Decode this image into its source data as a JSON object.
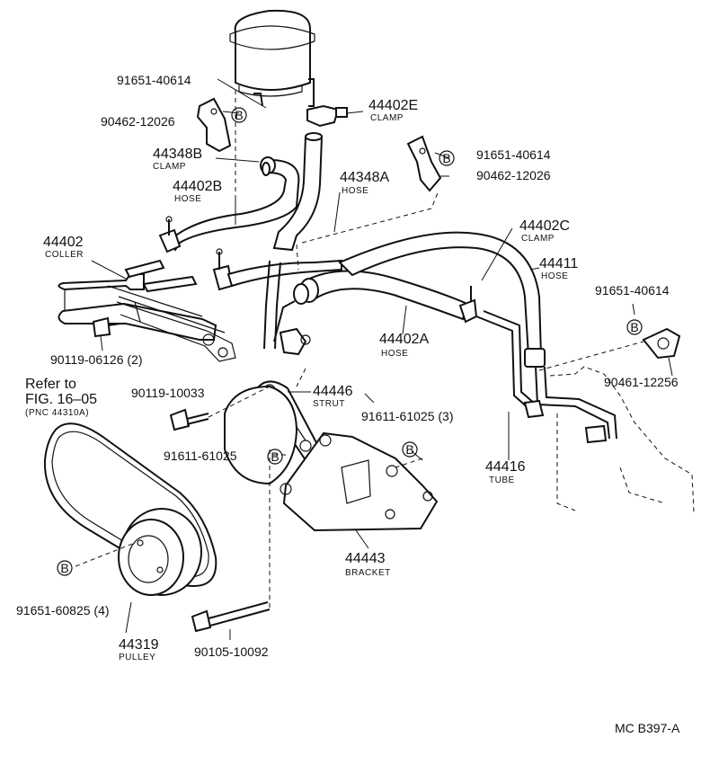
{
  "parts": [
    {
      "id": "p_91651_40614_top",
      "number": "91651-40614",
      "desc": ""
    },
    {
      "id": "p_90462_12026_top",
      "number": "90462-12026",
      "desc": ""
    },
    {
      "id": "p_44402E",
      "number": "44402E",
      "desc": "CLAMP"
    },
    {
      "id": "p_44348B",
      "number": "44348B",
      "desc": "CLAMP"
    },
    {
      "id": "p_44402B",
      "number": "44402B",
      "desc": "HOSE"
    },
    {
      "id": "p_44348A",
      "number": "44348A",
      "desc": "HOSE"
    },
    {
      "id": "p_91651_40614_right",
      "number": "91651-40614",
      "desc": ""
    },
    {
      "id": "p_90462_12026_right",
      "number": "90462-12026",
      "desc": ""
    },
    {
      "id": "p_44402",
      "number": "44402",
      "desc": "COLLER"
    },
    {
      "id": "p_44402C",
      "number": "44402C",
      "desc": "CLAMP"
    },
    {
      "id": "p_44411",
      "number": "44411",
      "desc": "HOSE"
    },
    {
      "id": "p_91651_40614_far",
      "number": "91651-40614",
      "desc": ""
    },
    {
      "id": "p_90119_06126",
      "number": "90119-06126 (2)",
      "desc": ""
    },
    {
      "id": "p_44402A",
      "number": "44402A",
      "desc": "HOSE"
    },
    {
      "id": "p_90461_12256",
      "number": "90461-12256",
      "desc": ""
    },
    {
      "id": "p_90119_10033",
      "number": "90119-10033",
      "desc": ""
    },
    {
      "id": "p_44446",
      "number": "44446",
      "desc": "STRUT"
    },
    {
      "id": "p_91611_61025_3",
      "number": "91611-61025 (3)",
      "desc": ""
    },
    {
      "id": "p_91611_61025",
      "number": "91611-61025",
      "desc": ""
    },
    {
      "id": "p_44416",
      "number": "44416",
      "desc": "TUBE"
    },
    {
      "id": "p_44443",
      "number": "44443",
      "desc": "BRACKET"
    },
    {
      "id": "p_91651_60825",
      "number": "91651-60825 (4)",
      "desc": ""
    },
    {
      "id": "p_44319",
      "number": "44319",
      "desc": "PULLEY"
    },
    {
      "id": "p_90105_10092",
      "number": "90105-10092",
      "desc": ""
    }
  ],
  "reference": {
    "line1": "Refer to",
    "line2": "FIG. 16–05",
    "line3": "(PNC 44310A)"
  },
  "marker_letter": "B",
  "figure_code": "MC B397-A"
}
